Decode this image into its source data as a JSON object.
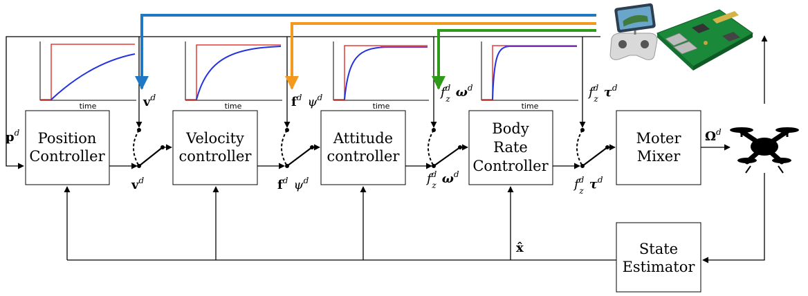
{
  "blocks": {
    "position": [
      "Position",
      "Controller"
    ],
    "velocity": [
      "Velocity",
      "controller"
    ],
    "attitude": [
      "Attitude",
      "controller"
    ],
    "body_rate": [
      "Body",
      "Rate",
      "Controller"
    ],
    "mixer": [
      "Moter",
      "Mixer"
    ],
    "estimator": [
      "State",
      "Estimator"
    ]
  },
  "signals": {
    "p_d": {
      "base": "p",
      "sup": "d"
    },
    "v_d": {
      "base": "v",
      "sup": "d"
    },
    "f_d": {
      "base": "f",
      "sup": "d"
    },
    "psi_d": {
      "base": "ψ",
      "sup": "d"
    },
    "fz_d": {
      "base": "f",
      "sub": "z",
      "sup": "d"
    },
    "omega_d": {
      "base": "ω",
      "sup": "d"
    },
    "tau_d": {
      "base": "τ",
      "sup": "d"
    },
    "Omega_d": {
      "base": "Ω",
      "sup": "d"
    },
    "x_hat": {
      "base": "x̂"
    }
  },
  "plot_axis_label": "time",
  "colors": {
    "blue_feed": "#1f78c1",
    "orange_feed": "#f39a1e",
    "green_feed": "#2e9a1a",
    "step_reference": "#e53935",
    "response": "#2233dd",
    "response_dark": "#7b2fbf"
  },
  "icons": [
    "rc-transmitter-icon",
    "raspberry-pi-board-icon",
    "quadcopter-drone-icon"
  ]
}
